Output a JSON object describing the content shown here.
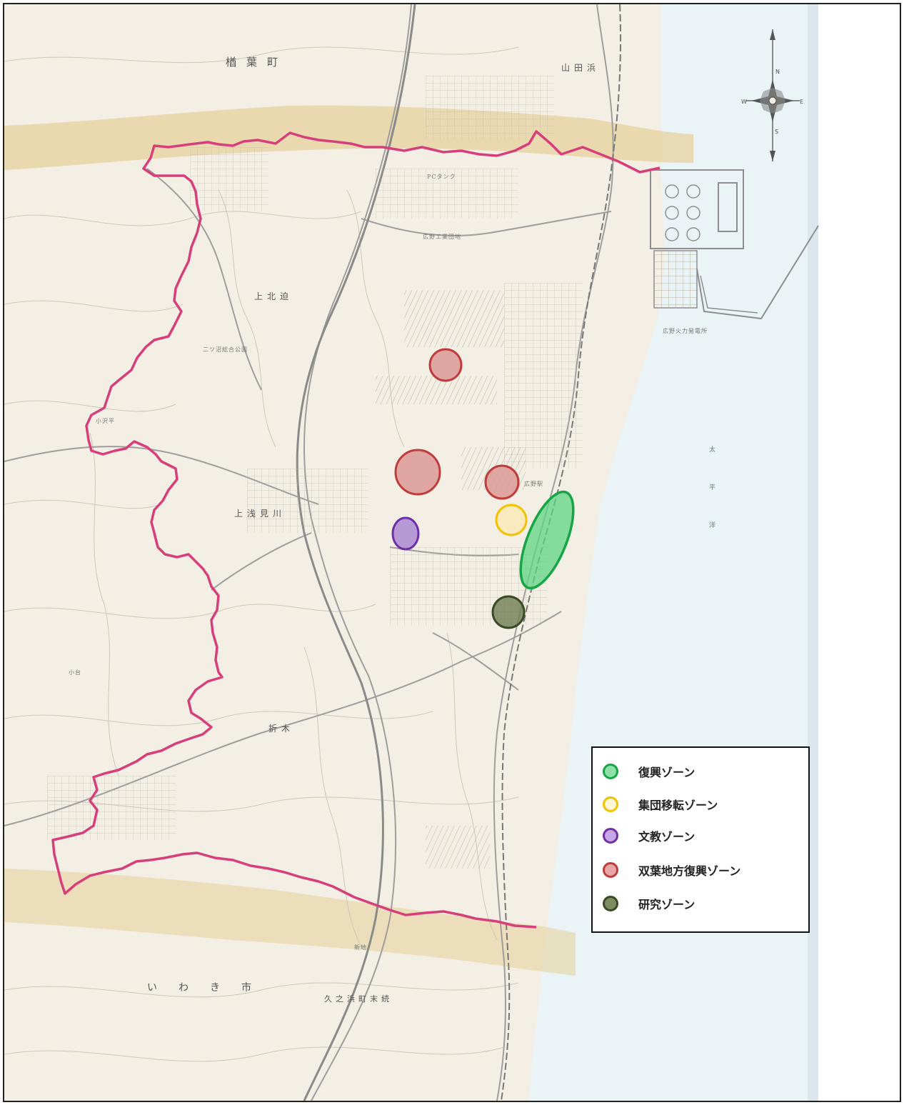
{
  "map": {
    "place_labels": [
      {
        "id": "naraha",
        "text": "楢葉町"
      },
      {
        "id": "yamadahama",
        "text": "山田浜"
      },
      {
        "id": "kamikitaba",
        "text": "上北迫"
      },
      {
        "id": "kamiasamigawa",
        "text": "上浅見川"
      },
      {
        "id": "oriki",
        "text": "折木"
      },
      {
        "id": "iwaki",
        "text": "いわき市"
      },
      {
        "id": "hisanohama",
        "text": "久之浜町末続"
      },
      {
        "id": "pacific",
        "text": "太平洋"
      }
    ],
    "minor_labels": [
      {
        "id": "hirono-koujou",
        "text": "広野工業団地"
      },
      {
        "id": "pc-tank",
        "text": "PCタンク"
      },
      {
        "id": "hirono-station",
        "text": "広野駅"
      },
      {
        "id": "ozawa",
        "text": "小沢平"
      },
      {
        "id": "futatsunuma",
        "text": "二ツ沼総合公園"
      },
      {
        "id": "port",
        "text": "広野火力発電所"
      },
      {
        "id": "kodai",
        "text": "小台"
      },
      {
        "id": "shinchi",
        "text": "新地"
      }
    ]
  },
  "colors": {
    "boundary": "#d63f7c",
    "land": "#f3efe4",
    "sea": "#eaf3f6",
    "hills": "#e6cf98",
    "roads": "#9e9e9e"
  },
  "zones": [
    {
      "id": "fukko",
      "shape": "ellipse",
      "fill": "#5ed484",
      "stroke": "#17a547"
    },
    {
      "id": "shudan",
      "shape": "circle",
      "fill": "#fde7a6",
      "stroke": "#f2c200"
    },
    {
      "id": "bunkyo",
      "shape": "ellipse",
      "fill": "#b08fd4",
      "stroke": "#6f2fa6"
    },
    {
      "id": "futaba-1",
      "shape": "circle",
      "fill": "#dc9a97",
      "stroke": "#c03c3c"
    },
    {
      "id": "futaba-2",
      "shape": "circle",
      "fill": "#dc9a97",
      "stroke": "#c03c3c"
    },
    {
      "id": "futaba-3",
      "shape": "circle",
      "fill": "#dc9a97",
      "stroke": "#c03c3c"
    },
    {
      "id": "kenkyu",
      "shape": "circle",
      "fill": "#6f7d52",
      "stroke": "#3a4a26"
    }
  ],
  "legend": {
    "items": [
      {
        "label": "復興ゾーン",
        "fill": "#8ee0a8",
        "stroke": "#17a547"
      },
      {
        "label": "集団移転ゾーン",
        "fill": "#fff6d5",
        "stroke": "#f2c200"
      },
      {
        "label": "文教ゾーン",
        "fill": "#c7a7e6",
        "stroke": "#6f2fa6"
      },
      {
        "label": "双葉地方復興ゾーン",
        "fill": "#e6a8a6",
        "stroke": "#c03c3c"
      },
      {
        "label": "研究ゾーン",
        "fill": "#7f8c62",
        "stroke": "#3a4a26"
      }
    ]
  },
  "compass": {
    "north_label": "N",
    "south_label": "S",
    "east_label": "E",
    "west_label": "W"
  }
}
